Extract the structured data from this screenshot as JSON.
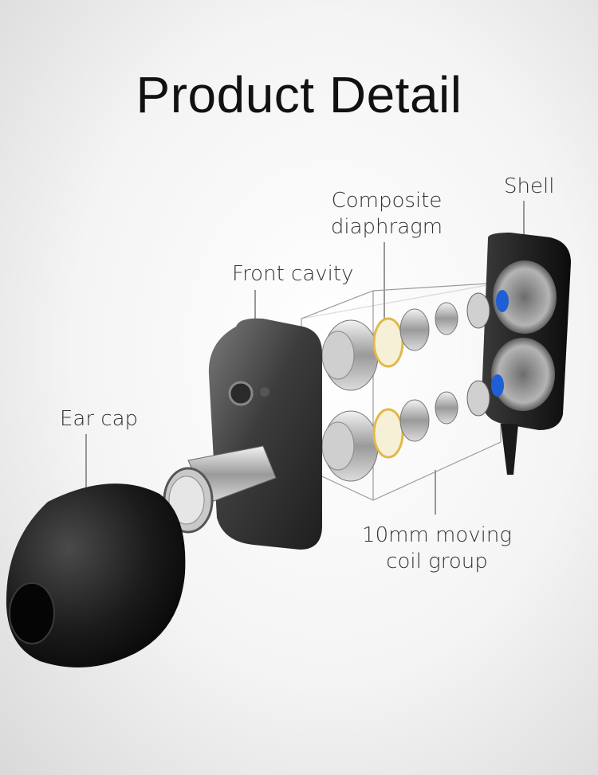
{
  "title": "Product Detail",
  "labels": {
    "shell": "Shell",
    "composite_line1": "Composite",
    "composite_line2": "diaphragm",
    "front_cavity": "Front cavity",
    "ear_cap": "Ear cap",
    "coil_line1": "10mm moving",
    "coil_line2": "coil group"
  },
  "colors": {
    "shell_black": "#1a1a1a",
    "metal_dark": "#5b5b5b",
    "metal_light": "#d8d8d8",
    "accent_blue": "#1f5fd6",
    "ring_gold": "#e2b84a"
  },
  "icons": [
    "ear-cap",
    "front-cavity",
    "driver-unit",
    "diaphragm-ring",
    "shell"
  ]
}
